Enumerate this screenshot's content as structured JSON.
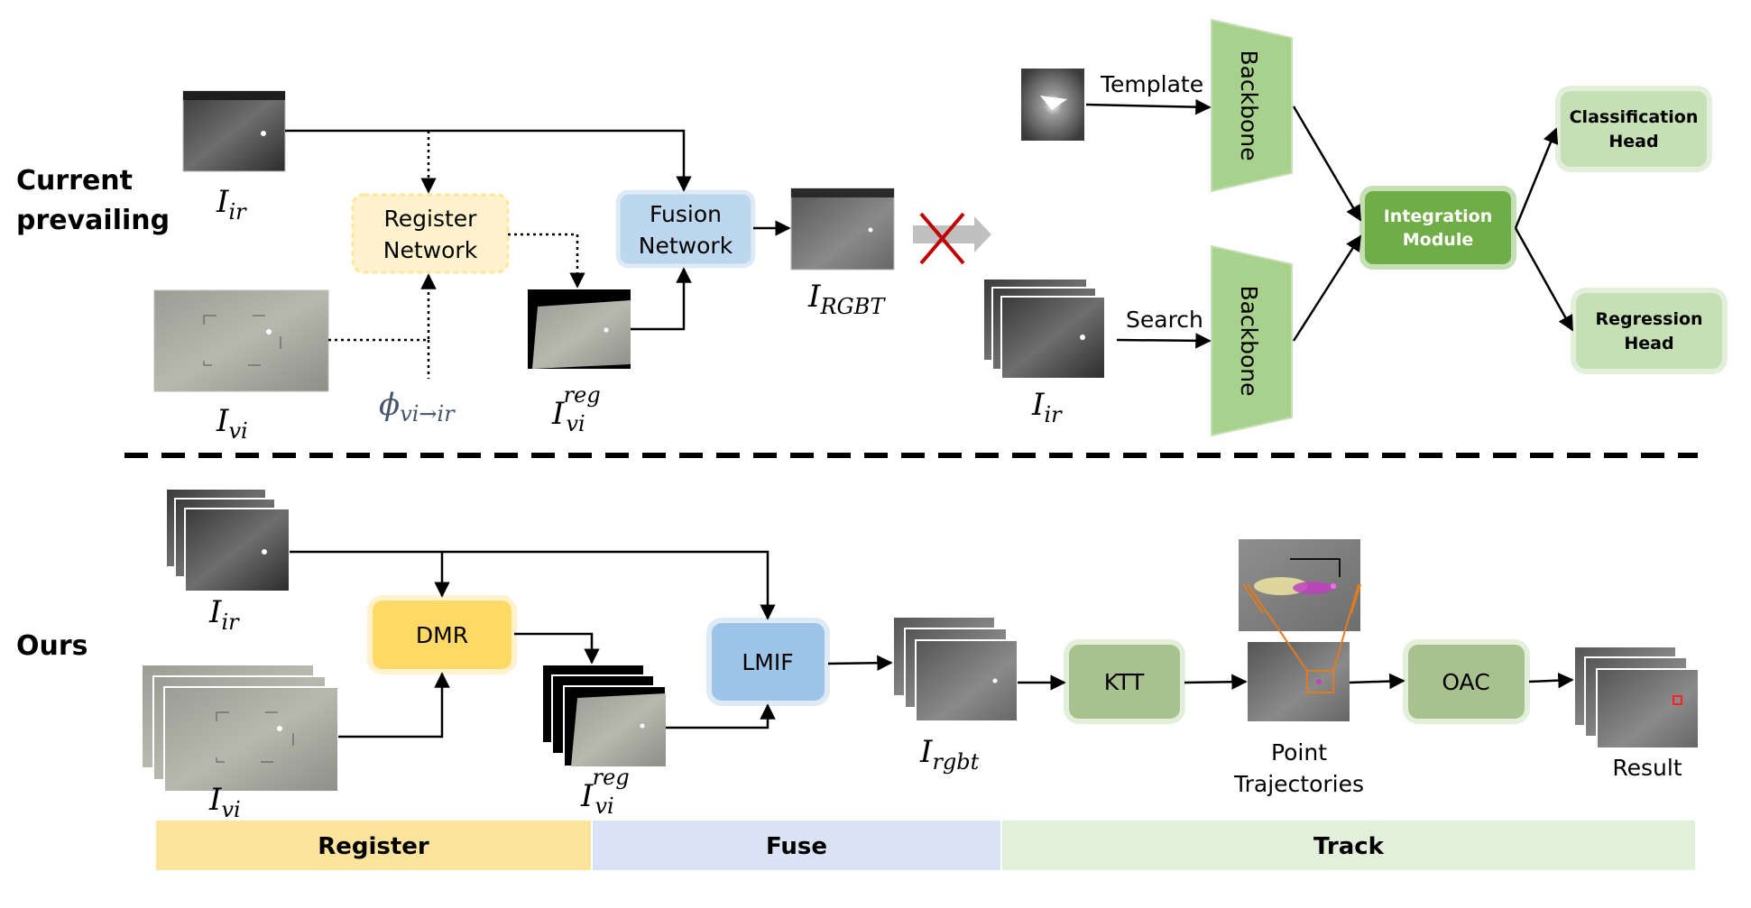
{
  "sections": {
    "top_label_line1": "Current",
    "top_label_line2": "prevailing",
    "bottom_label": "Ours"
  },
  "top_pipeline": {
    "register_network": [
      "Register",
      "Network"
    ],
    "fusion_network": [
      "Fusion",
      "Network"
    ],
    "template_label": "Template",
    "search_label": "Search",
    "backbone_label": "Backbone",
    "integration_module": [
      "Integration",
      "Module"
    ],
    "classification_head": [
      "Classification",
      "Head"
    ],
    "regression_head": [
      "Regression",
      "Head"
    ],
    "math": {
      "i_ir_base": "I",
      "i_ir_sub": "ir",
      "i_vi_base": "I",
      "i_vi_sub": "vi",
      "phi_base": "ϕ",
      "phi_sub": "vi→ir",
      "i_vi_reg_base": "I",
      "i_vi_reg_sub": "vi",
      "i_vi_reg_sup": "reg",
      "i_rgbt_base": "I",
      "i_rgbt_sub": "RGBT",
      "i_ir_right_base": "I",
      "i_ir_right_sub": "ir"
    }
  },
  "bottom_pipeline": {
    "dmr": "DMR",
    "lmif": "LMIF",
    "ktt": "KTT",
    "oac": "OAC",
    "point_trajectories": [
      "Point",
      "Trajectories"
    ],
    "result": "Result",
    "math": {
      "i_ir_base": "I",
      "i_ir_sub": "ir",
      "i_vi_base": "I",
      "i_vi_sub": "vi",
      "i_vi_reg_base": "I",
      "i_vi_reg_sub": "vi",
      "i_vi_reg_sup": "reg",
      "i_rgbt_base": "I",
      "i_rgbt_sub": "rgbt"
    }
  },
  "stages": [
    {
      "label": "Register",
      "color": "#fde49c"
    },
    {
      "label": "Fuse",
      "color": "#dae3f3"
    },
    {
      "label": "Track",
      "color": "#e2efda"
    }
  ],
  "colors": {
    "register_fill": "#fff2cc",
    "fusion_fill": "#bdd7ee",
    "backbone_fill": "#a9d18e",
    "integration_fill": "#70ad47",
    "head_fill": "#c5e0b4",
    "dmr_fill": "#ffd966",
    "lmif_fill": "#9dc3e6",
    "ktt_fill": "#a9c18e",
    "cross": "#c00000"
  }
}
